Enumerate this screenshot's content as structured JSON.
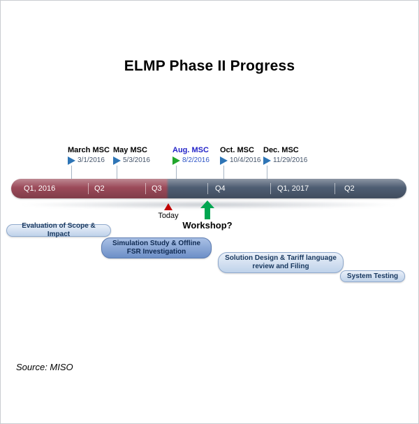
{
  "title": "ELMP Phase II Progress",
  "source": "Source: MISO",
  "colors": {
    "completed_bar_maroon": "#9b4a59",
    "remaining_bar_slate": "#4e5d72",
    "milestone_flag_blue": "#2e75b6",
    "milestone_flag_green": "#21a62c",
    "highlight_milestone_text": "#2323c8",
    "today_marker_red": "#c00000",
    "workshop_arrow_green": "#00a651",
    "task_light_blue": "#bfd2ea",
    "task_medium_blue": "#6d8fc7"
  },
  "timeline": {
    "quarters": [
      {
        "label": "Q1, 2016"
      },
      {
        "label": "Q2"
      },
      {
        "label": "Q3"
      },
      {
        "label": "Q4"
      },
      {
        "label": "Q1, 2017"
      },
      {
        "label": "Q2"
      }
    ]
  },
  "milestones": [
    {
      "name": "March MSC",
      "date": "3/1/2016",
      "flag": "blue"
    },
    {
      "name": "May MSC",
      "date": "5/3/2016",
      "flag": "blue"
    },
    {
      "name": "Aug. MSC",
      "date": "8/2/2016",
      "flag": "green"
    },
    {
      "name": "Oct.  MSC",
      "date": "10/4/2016",
      "flag": "blue"
    },
    {
      "name": "Dec. MSC",
      "date": "11/29/2016",
      "flag": "blue"
    }
  ],
  "today_label": "Today",
  "workshop_label": "Workshop?",
  "tasks": [
    {
      "label": "Evaluation of Scope & Impact"
    },
    {
      "label": "Simulation Study & Offline FSR Investigation"
    },
    {
      "label": "Solution Design & Tariff language review and Filing"
    },
    {
      "label": "System Testing"
    }
  ]
}
